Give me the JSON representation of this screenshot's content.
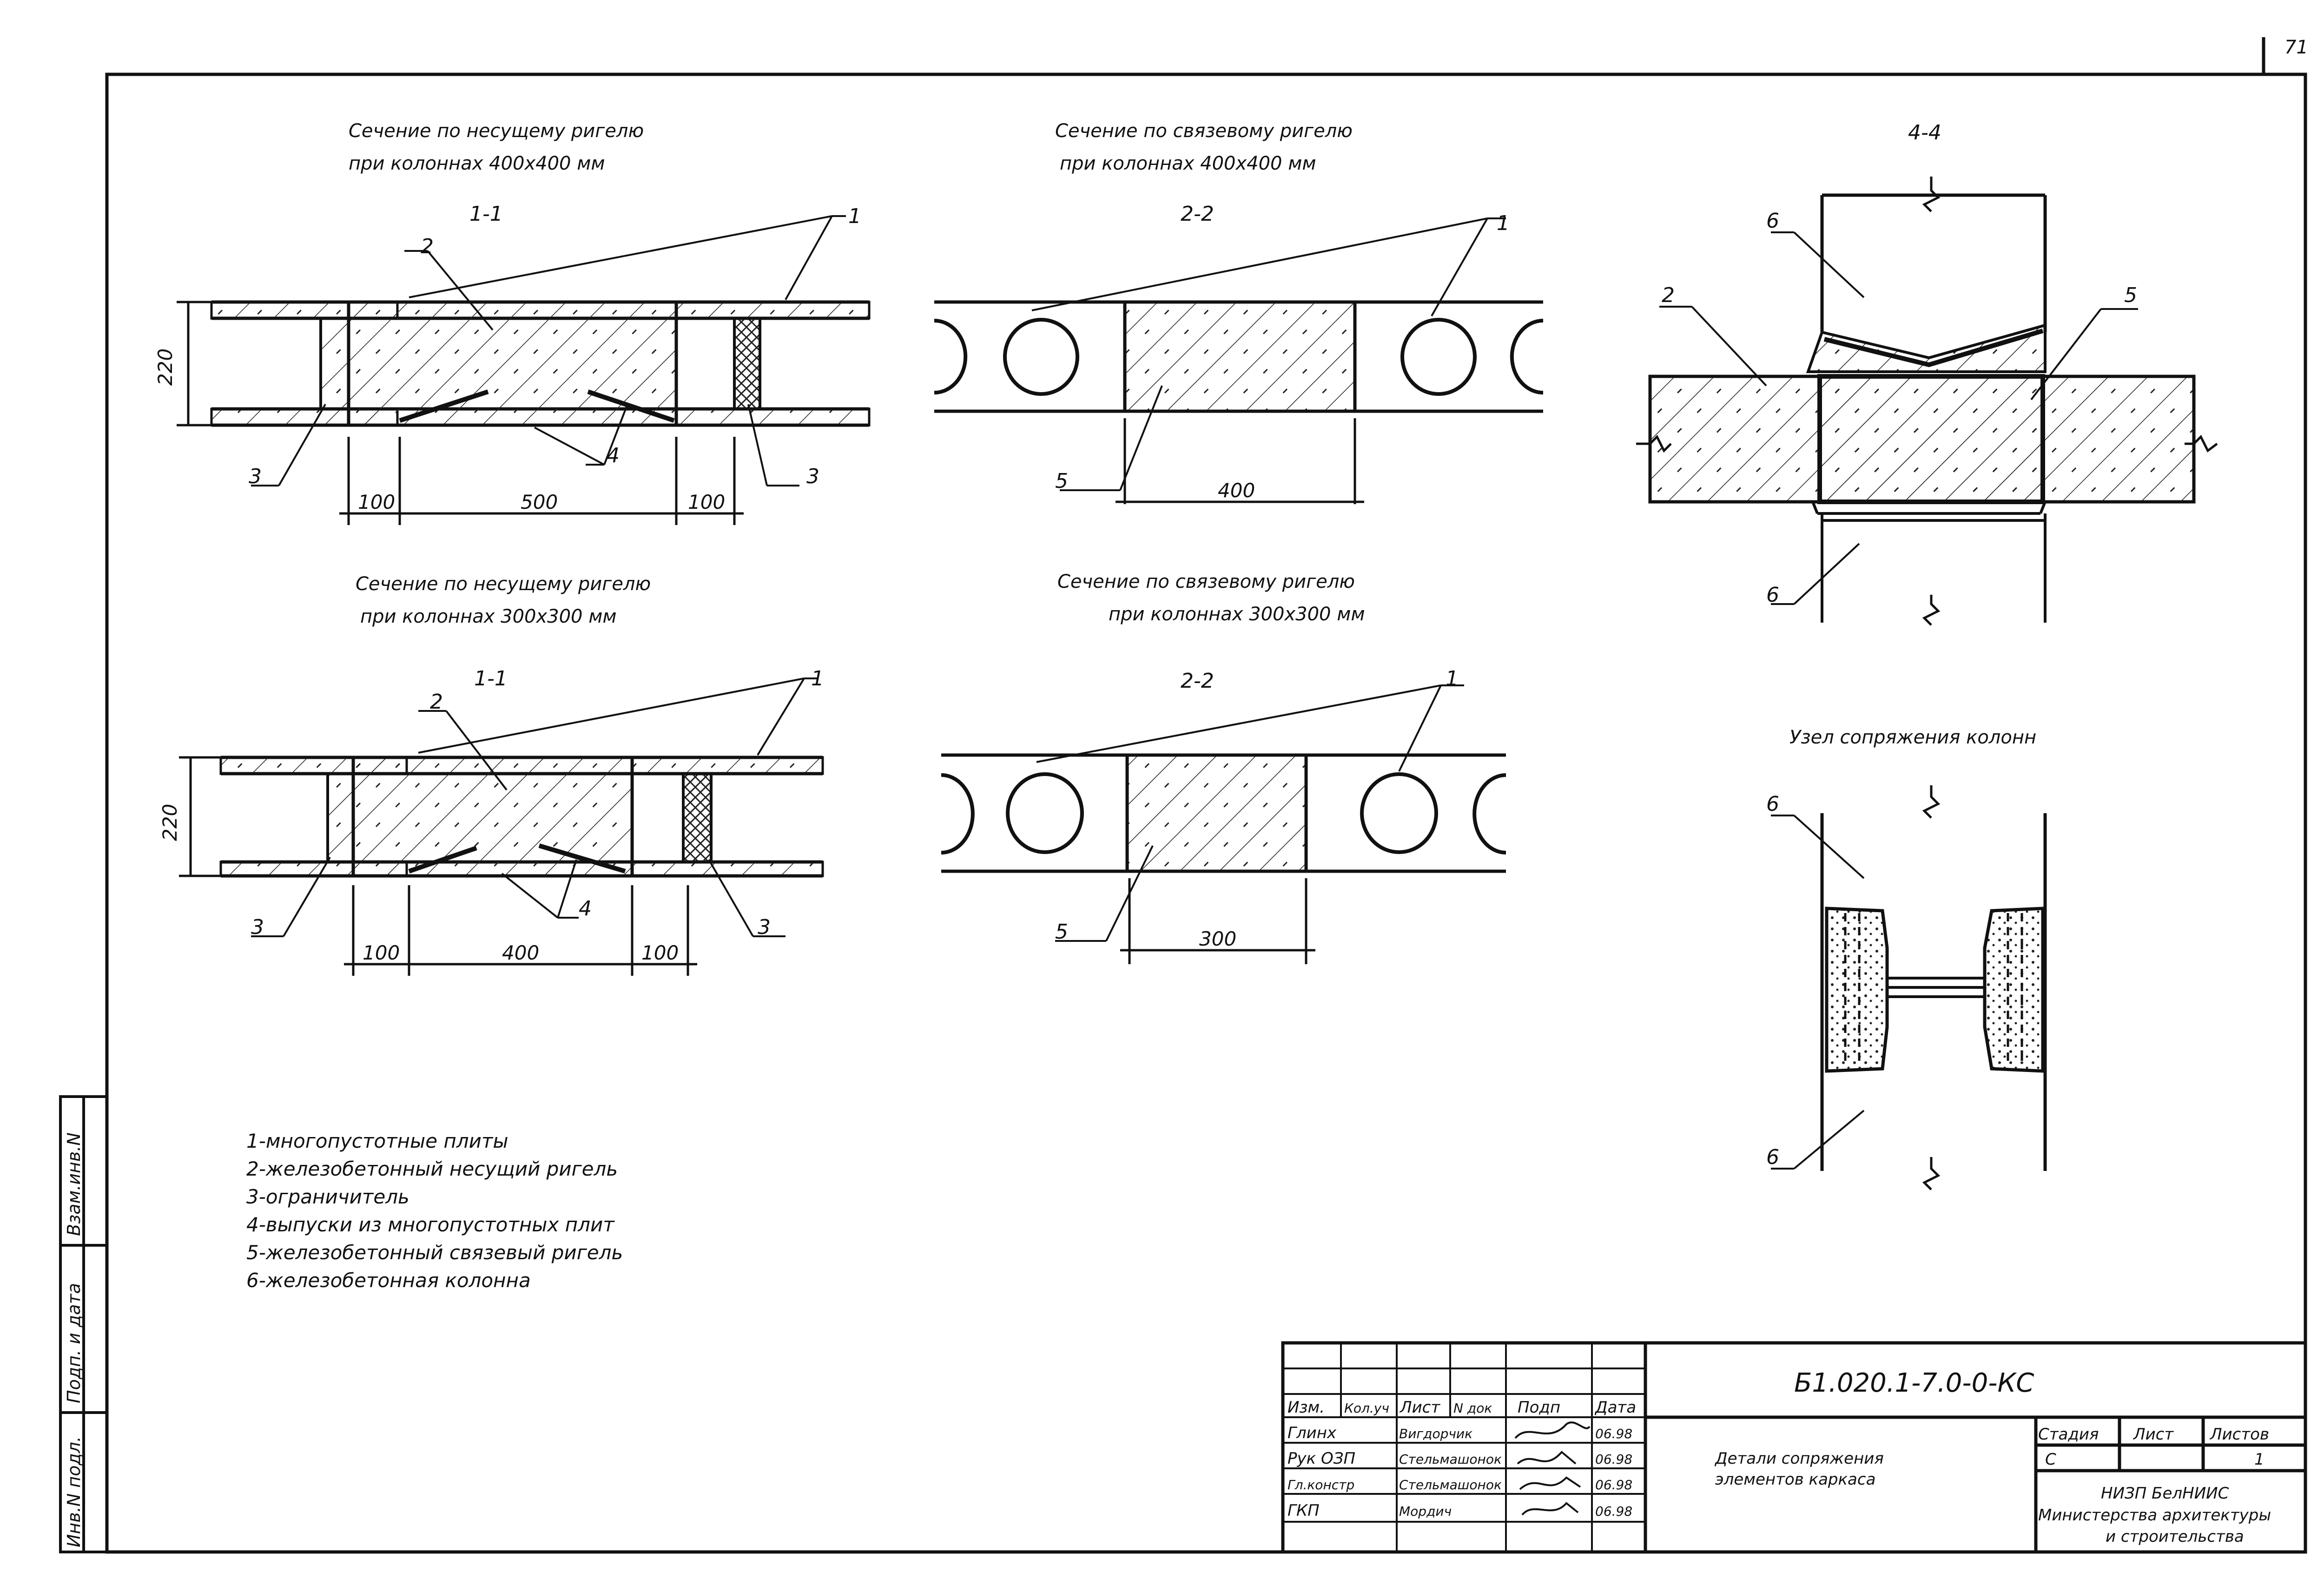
{
  "page_number": "71",
  "sections": {
    "s1": {
      "title1": "Сечение по несущему ригелю",
      "title2": "при колоннах 400х400 мм",
      "label": "1-1"
    },
    "s2": {
      "title1": "Сечение по связевому ригелю",
      "title2": "при колоннах 400х400 мм",
      "label": "2-2"
    },
    "s3": {
      "label": "4-4"
    },
    "s4": {
      "title1": "Сечение по несущему ригелю",
      "title2": "при колоннах 300х300 мм",
      "label": "1-1"
    },
    "s5": {
      "title1": "Сечение по связевому ригелю",
      "title2": "при колоннах 300х300 мм",
      "label": "2-2"
    },
    "s6": {
      "title": "Узел сопряжения колонн"
    }
  },
  "dims": {
    "d100": "100",
    "d500": "500",
    "d400": "400",
    "d300": "300",
    "h220": "220"
  },
  "callouts": {
    "c1": "1",
    "c2": "2",
    "c3": "3",
    "c4": "4",
    "c5": "5",
    "c6": "6"
  },
  "legend": [
    "1-многопустотные плиты",
    "2-железобетонный несущий ригель",
    "3-ограничитель",
    "4-выпуски из многопустотных плит",
    "5-железобетонный связевый ригель",
    "6-железобетонная колонна"
  ],
  "side_stamp": {
    "inv": "Инв.N подл.",
    "sign": "Подп. и дата",
    "replace": "Взам.инв.N"
  },
  "title_block": {
    "code": "Б1.020.1-7.0-0-КС",
    "name1": "Детали сопряжения",
    "name2": "элементов каркаса",
    "headers": [
      "Изм.",
      "Кол.уч",
      "Лист",
      "N док",
      "Подп",
      "Дата"
    ],
    "rows": [
      {
        "role": "Глинх",
        "name": "Вигдорчик",
        "date": "06.98"
      },
      {
        "role": "Рук  ОЗП",
        "name": "Стельмашонок",
        "date": "06.98"
      },
      {
        "role": "Гл.констр",
        "name": "Стельмашонок",
        "date": "06.98"
      },
      {
        "role": "ГКП",
        "name": "Мордич",
        "date": "06.98"
      }
    ],
    "stage_label": "Стадия",
    "sheet_label": "Лист",
    "sheets_label": "Листов",
    "stage": "С",
    "sheets": "1",
    "org1": "НИЗП БелНИИС",
    "org2": "Министерства архитектуры",
    "org3": "и строительства"
  }
}
